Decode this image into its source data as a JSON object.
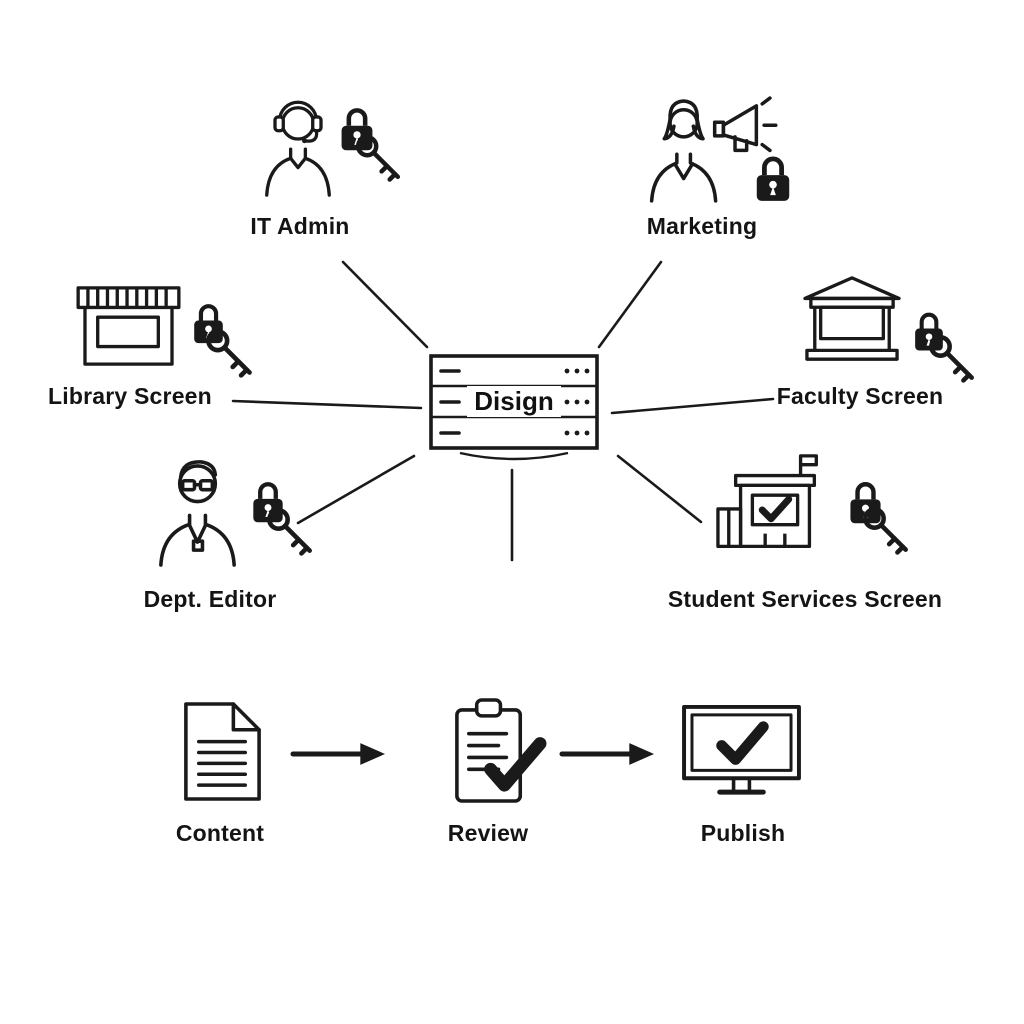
{
  "page": {
    "background": "#ffffff",
    "stroke_color": "#1a1a1a",
    "type": "access-and-workflow-diagram"
  },
  "center": {
    "label": "Disign",
    "icon": "server-icon"
  },
  "nodes": [
    {
      "id": "it-admin",
      "label": "IT Admin",
      "icons": [
        "support-agent-icon",
        "lock-icon",
        "key-icon"
      ]
    },
    {
      "id": "marketing",
      "label": "Marketing",
      "icons": [
        "marketer-megaphone-icon",
        "lock-icon"
      ]
    },
    {
      "id": "library-screen",
      "label": "Library Screen",
      "icons": [
        "storefront-screen-icon",
        "lock-icon",
        "key-icon"
      ]
    },
    {
      "id": "faculty-screen",
      "label": "Faculty Screen",
      "icons": [
        "campus-building-screen-icon",
        "lock-icon",
        "key-icon"
      ]
    },
    {
      "id": "dept-editor",
      "label": "Dept. Editor",
      "icons": [
        "editor-person-icon",
        "lock-icon",
        "key-icon"
      ]
    },
    {
      "id": "student-services-screen",
      "label": "Student Services Screen",
      "icons": [
        "services-building-check-icon",
        "lock-icon",
        "key-icon"
      ]
    }
  ],
  "workflow": [
    {
      "id": "content",
      "label": "Content",
      "icon": "document-icon"
    },
    {
      "id": "review",
      "label": "Review",
      "icon": "clipboard-check-icon"
    },
    {
      "id": "publish",
      "label": "Publish",
      "icon": "monitor-check-icon"
    }
  ]
}
